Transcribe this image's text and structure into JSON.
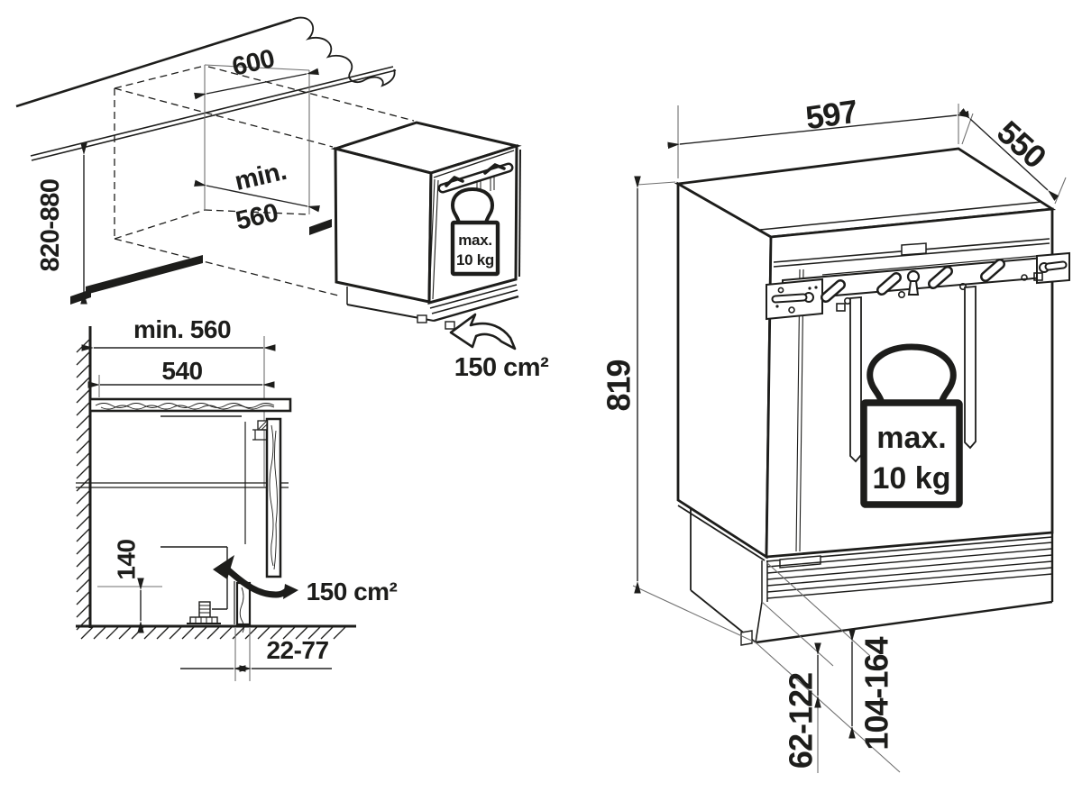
{
  "doc_title": "Built-under appliance installation dimensions diagram",
  "colors": {
    "line": "#1d1d1b",
    "background": "#ffffff"
  },
  "figures": {
    "niche_view": {
      "niche_width": "600",
      "niche_depth_prefix": "min.",
      "niche_depth_value": "560",
      "niche_height_range": "820-880",
      "weight_label": "max.",
      "weight_value": "10 kg",
      "vent_area": "150 cm²"
    },
    "cross_section": {
      "niche_depth_min": "min. 560",
      "appliance_depth": "540",
      "rear_bottom_clearance": "140",
      "plinth_recess_range": "22-77",
      "vent_area": "150 cm²"
    },
    "dimension_view": {
      "appliance_width": "597",
      "appliance_depth": "550",
      "appliance_height": "819",
      "weight_label": "max.",
      "weight_value": "10 kg",
      "plinth_gap_range_low": "62-122",
      "plinth_gap_range_high": "104-164"
    }
  }
}
